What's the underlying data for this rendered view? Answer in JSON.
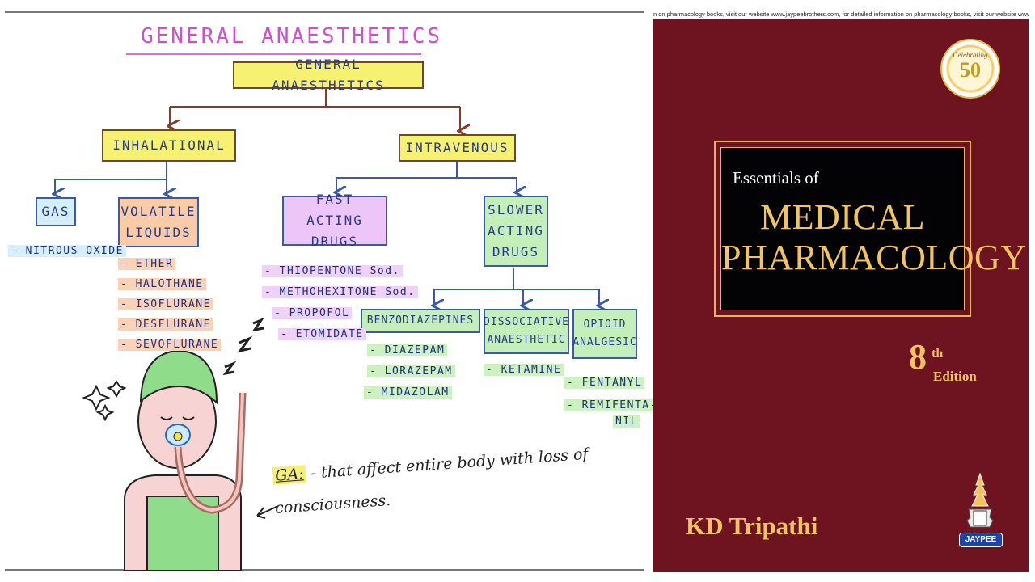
{
  "notes": {
    "page_title": "GENERAL ANAESTHETICS",
    "root": "GENERAL ANAESTHETICS",
    "branches": {
      "inhalational": "INHALATIONAL",
      "intravenous": "INTRAVENOUS"
    },
    "inhalational_children": {
      "gas": "GAS",
      "volatile_line1": "VOLATILE",
      "volatile_line2": "LIQUIDS"
    },
    "intravenous_children": {
      "fast_line1": "FAST ACTING",
      "fast_line2": "DRUGS",
      "slow_line1": "SLOWER",
      "slow_line2": "ACTING",
      "slow_line3": "DRUGS"
    },
    "slower_children": {
      "benzo": "BENZODIAZEPINES",
      "dissoc_line1": "DISSOCIATIVE",
      "dissoc_line2": "ANAESTHETIC",
      "opioid_line1": "OPIOID",
      "opioid_line2": "ANALGESIC"
    },
    "gas_items": [
      "- NITROUS OXIDE"
    ],
    "volatile_items": [
      "- ETHER",
      "- HALOTHANE",
      "- ISOFLURANE",
      "- DESFLURANE",
      "- SEVOFLURANE"
    ],
    "fast_items": [
      "- THIOPENTONE Sod.",
      "- METHOHEXITONE Sod.",
      "- PROPOFOL",
      "- ETOMIDATE"
    ],
    "benzo_items": [
      "- DIAZEPAM",
      "- LORAZEPAM",
      "- MIDAZOLAM"
    ],
    "dissoc_items": [
      "- KETAMINE"
    ],
    "opioid_items": [
      "- FENTANYL",
      "- REMIFENTA-",
      "NIL"
    ],
    "definition": {
      "tag": "GA:",
      "text": "- that affect entire body with loss of consciousness."
    },
    "colors": {
      "title": "#d04fcf",
      "root_box": "#f7f171",
      "gas_box": "#d4eefa",
      "volatile_box": "#f9cba6",
      "fast_box": "#ecc6f6",
      "slow_box": "#c4efb8",
      "tree_top": "#8b3a2a",
      "tree_bottom": "#3a5aa8"
    }
  },
  "cover": {
    "banner": "n on pharmacology books, visit our website www.jaypeebrothers.com, for detailed information on pharmacology books, visit our website www.jaypeebrothers.com,",
    "badge_celebrating": "Celebrating",
    "badge_number": "50",
    "essentials": "Essentials of",
    "title_line1": "MEDICAL",
    "title_line2": "PHARMACOLOGY",
    "edition_number": "8",
    "edition_suffix": "th",
    "edition_word": "Edition",
    "author": "KD Tripathi",
    "publisher": "JAYPEE",
    "colors": {
      "background": "#6e1420",
      "gold": "#f2c45f",
      "panel": "#030305"
    }
  }
}
